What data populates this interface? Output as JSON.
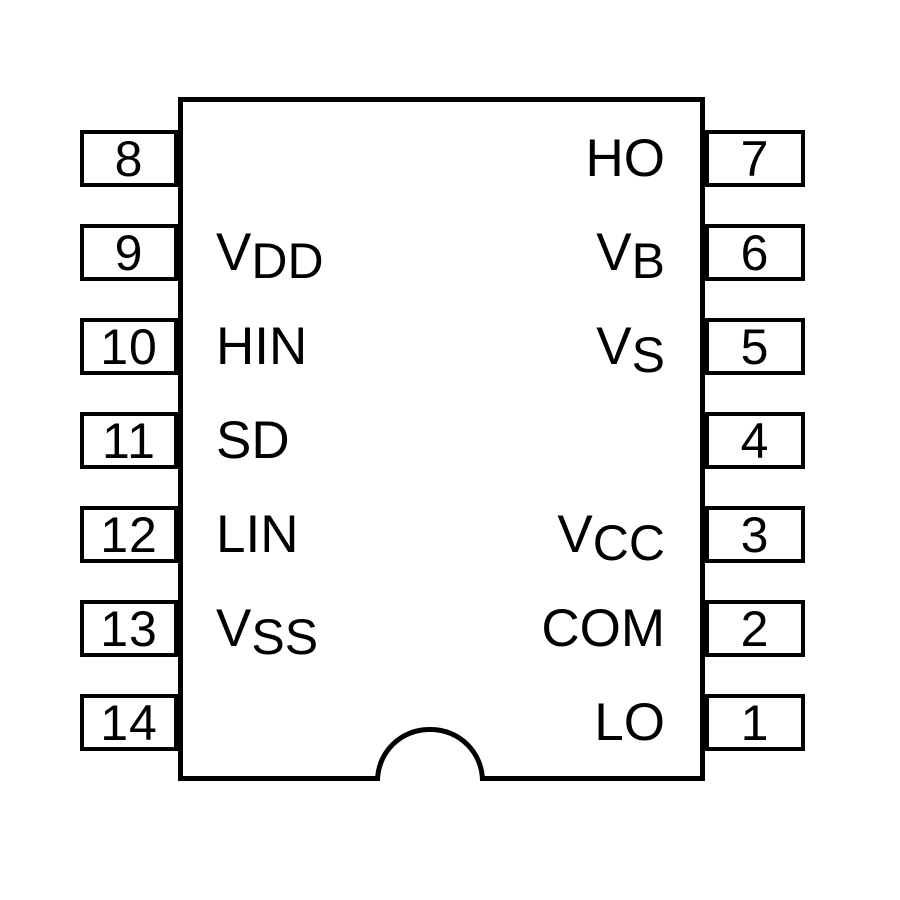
{
  "diagram": {
    "description": "14-pin DIP IC package pinout, top view, notch at bottom center",
    "colors": {
      "line": "#000000",
      "background": "#ffffff"
    },
    "left_pins": [
      {
        "number": "8",
        "label_main": "",
        "label_sub": ""
      },
      {
        "number": "9",
        "label_main": "V",
        "label_sub": "DD"
      },
      {
        "number": "10",
        "label_main": "HIN",
        "label_sub": ""
      },
      {
        "number": "11",
        "label_main": "SD",
        "label_sub": ""
      },
      {
        "number": "12",
        "label_main": "LIN",
        "label_sub": ""
      },
      {
        "number": "13",
        "label_main": "V",
        "label_sub": "SS"
      },
      {
        "number": "14",
        "label_main": "",
        "label_sub": ""
      }
    ],
    "right_pins": [
      {
        "number": "7",
        "label_main": "HO",
        "label_sub": ""
      },
      {
        "number": "6",
        "label_main": "V",
        "label_sub": "B"
      },
      {
        "number": "5",
        "label_main": "V",
        "label_sub": "S"
      },
      {
        "number": "4",
        "label_main": "",
        "label_sub": ""
      },
      {
        "number": "3",
        "label_main": "V",
        "label_sub": "CC"
      },
      {
        "number": "2",
        "label_main": "COM",
        "label_sub": ""
      },
      {
        "number": "1",
        "label_main": "LO",
        "label_sub": ""
      }
    ]
  }
}
